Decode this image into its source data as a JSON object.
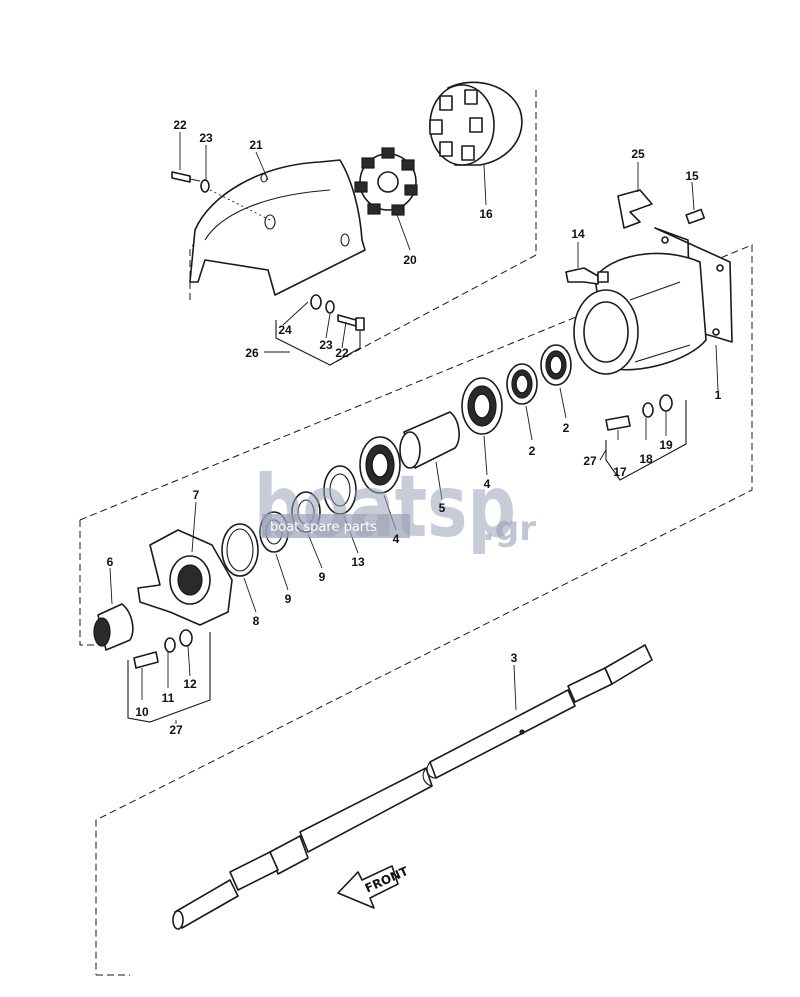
{
  "watermark": {
    "brand": "boatsp",
    "tagline": "boat spare parts",
    "tld": ".gr"
  },
  "direction_label": "FRONT",
  "callouts": [
    {
      "id": "c1",
      "text": "1"
    },
    {
      "id": "c2a",
      "text": "2"
    },
    {
      "id": "c2b",
      "text": "2"
    },
    {
      "id": "c3",
      "text": "3"
    },
    {
      "id": "c4a",
      "text": "4"
    },
    {
      "id": "c4b",
      "text": "4"
    },
    {
      "id": "c5",
      "text": "5"
    },
    {
      "id": "c6",
      "text": "6"
    },
    {
      "id": "c7",
      "text": "7"
    },
    {
      "id": "c8",
      "text": "8"
    },
    {
      "id": "c9a",
      "text": "9"
    },
    {
      "id": "c9b",
      "text": "9"
    },
    {
      "id": "c10",
      "text": "10"
    },
    {
      "id": "c11",
      "text": "11"
    },
    {
      "id": "c12",
      "text": "12"
    },
    {
      "id": "c13",
      "text": "13"
    },
    {
      "id": "c14",
      "text": "14"
    },
    {
      "id": "c15",
      "text": "15"
    },
    {
      "id": "c16",
      "text": "16"
    },
    {
      "id": "c17",
      "text": "17"
    },
    {
      "id": "c18",
      "text": "18"
    },
    {
      "id": "c19",
      "text": "19"
    },
    {
      "id": "c20",
      "text": "20"
    },
    {
      "id": "c21",
      "text": "21"
    },
    {
      "id": "c22a",
      "text": "22"
    },
    {
      "id": "c22b",
      "text": "22"
    },
    {
      "id": "c23a",
      "text": "23"
    },
    {
      "id": "c23b",
      "text": "23"
    },
    {
      "id": "c24",
      "text": "24"
    },
    {
      "id": "c25",
      "text": "25"
    },
    {
      "id": "c26",
      "text": "26"
    },
    {
      "id": "c27a",
      "text": "27"
    },
    {
      "id": "c27b",
      "text": "27"
    }
  ]
}
